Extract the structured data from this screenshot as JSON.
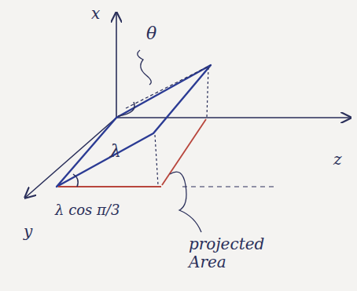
{
  "diagram": {
    "labels": [
      "x",
      "θ",
      "λ",
      "z",
      "y",
      "λ cos π/3",
      "projected Area"
    ]
  }
}
